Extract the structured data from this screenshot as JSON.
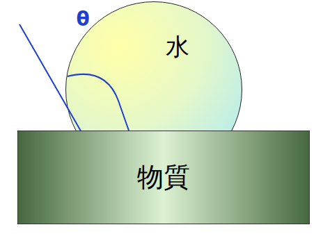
{
  "diagram": {
    "nodes": [
      {
        "text": [
          "水"
        ]
      },
      {
        "text": [
          "物質"
        ]
      }
    ],
    "labels": [
      "θ"
    ]
  }
}
